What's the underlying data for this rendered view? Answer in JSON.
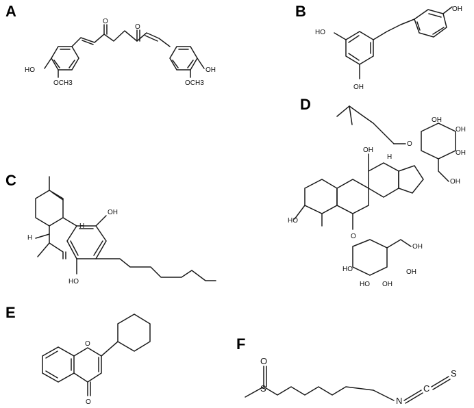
{
  "panels": {
    "a": {
      "letter": "A",
      "labels": {
        "ho": "HO",
        "och3": "OCH3",
        "oh": "OH",
        "o": "O"
      }
    },
    "b": {
      "letter": "B",
      "labels": {
        "ho": "HO",
        "oh": "OH"
      }
    },
    "c": {
      "letter": "C",
      "labels": {
        "oh": "OH",
        "ho": "HO",
        "h": "H"
      }
    },
    "d": {
      "letter": "D",
      "labels": {
        "oh": "OH",
        "ho": "HO",
        "o": "O",
        "h": "H"
      }
    },
    "e": {
      "letter": "E",
      "labels": {
        "o": "O"
      }
    },
    "f": {
      "letter": "F",
      "labels": {
        "o": "O",
        "s": "S",
        "n": "N",
        "c": "C"
      }
    }
  }
}
